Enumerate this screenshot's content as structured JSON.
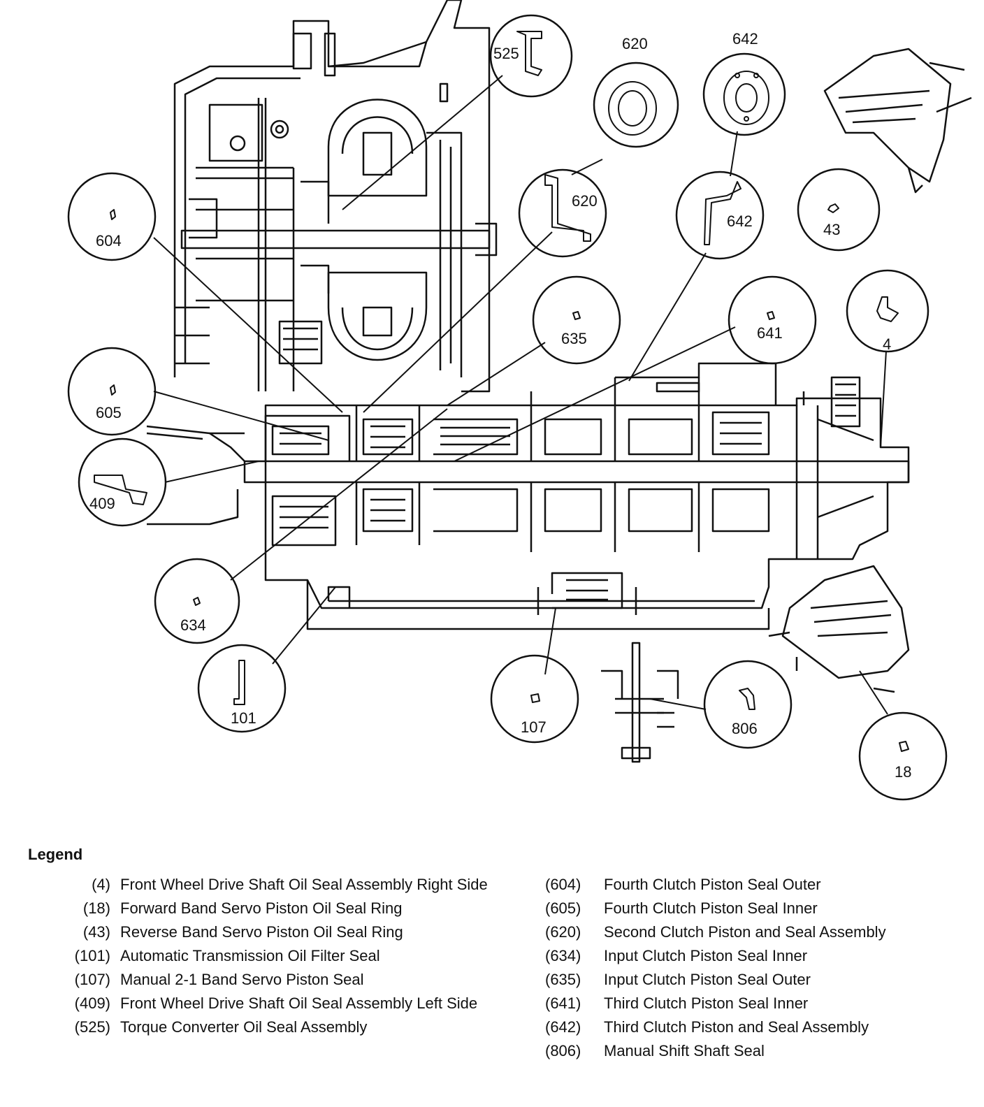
{
  "top_labels": {
    "l620": "620",
    "l642": "642"
  },
  "callouts": [
    {
      "id": "525",
      "label": "525"
    },
    {
      "id": "620",
      "label": "620"
    },
    {
      "id": "642",
      "label": "642"
    },
    {
      "id": "43",
      "label": "43"
    },
    {
      "id": "604",
      "label": "604"
    },
    {
      "id": "635",
      "label": "635"
    },
    {
      "id": "641",
      "label": "641"
    },
    {
      "id": "4",
      "label": "4"
    },
    {
      "id": "605",
      "label": "605"
    },
    {
      "id": "409",
      "label": "409"
    },
    {
      "id": "634",
      "label": "634"
    },
    {
      "id": "101",
      "label": "101"
    },
    {
      "id": "107",
      "label": "107"
    },
    {
      "id": "806",
      "label": "806"
    },
    {
      "id": "18",
      "label": "18"
    }
  ],
  "legend": {
    "title": "Legend",
    "left": [
      {
        "num": "(4)",
        "text": "Front Wheel Drive Shaft Oil Seal Assembly Right Side"
      },
      {
        "num": "(18)",
        "text": "Forward Band Servo Piston Oil Seal Ring"
      },
      {
        "num": "(43)",
        "text": "Reverse Band Servo Piston Oil Seal Ring"
      },
      {
        "num": "(101)",
        "text": "Automatic Transmission Oil Filter Seal"
      },
      {
        "num": "(107)",
        "text": "Manual 2-1 Band Servo Piston Seal"
      },
      {
        "num": "(409)",
        "text": "Front Wheel Drive Shaft Oil Seal Assembly Left Side"
      },
      {
        "num": "(525)",
        "text": "Torque Converter Oil Seal Assembly"
      }
    ],
    "right": [
      {
        "num": "(604)",
        "text": "Fourth Clutch Piston Seal Outer"
      },
      {
        "num": "(605)",
        "text": "Fourth Clutch Piston Seal Inner"
      },
      {
        "num": "(620)",
        "text": "Second Clutch Piston and Seal Assembly"
      },
      {
        "num": "(634)",
        "text": "Input Clutch Piston Seal Inner"
      },
      {
        "num": "(635)",
        "text": "Input Clutch Piston Seal Outer"
      },
      {
        "num": "(641)",
        "text": "Third Clutch Piston Seal Inner"
      },
      {
        "num": "(642)",
        "text": "Third Clutch Piston and Seal Assembly"
      },
      {
        "num": "(806)",
        "text": "Manual Shift Shaft Seal"
      }
    ]
  }
}
